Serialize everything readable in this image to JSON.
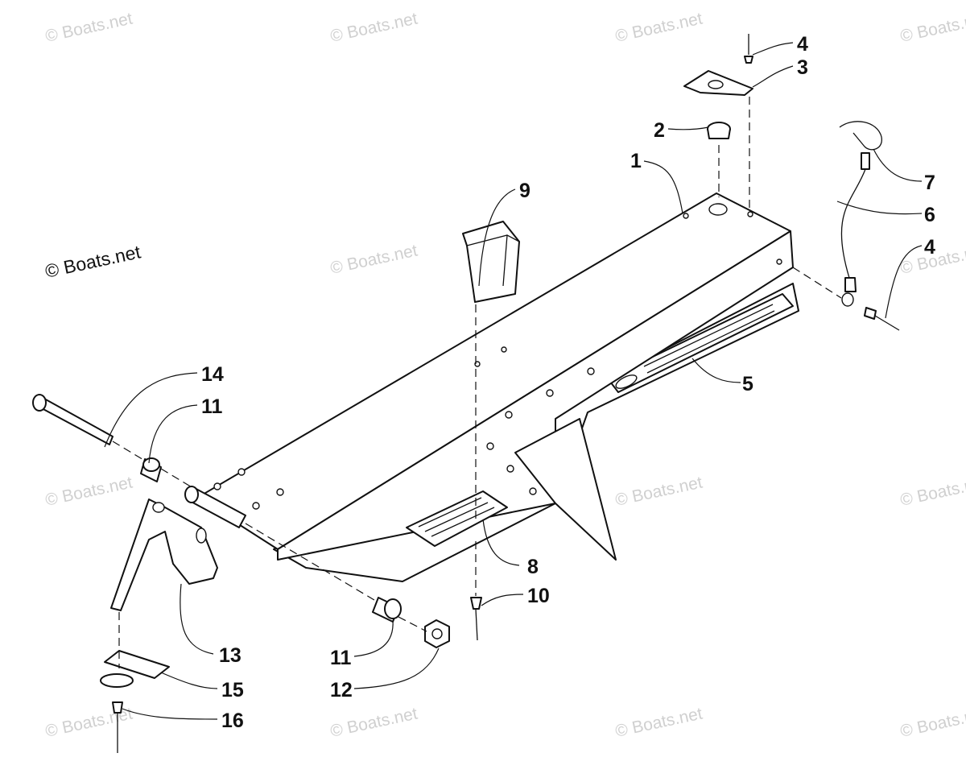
{
  "watermark": {
    "text": "© Boats.net"
  },
  "callouts": [
    "1",
    "2",
    "3",
    "4",
    "4",
    "5",
    "6",
    "7",
    "8",
    "9",
    "10",
    "11",
    "11",
    "12",
    "13",
    "14",
    "15",
    "16"
  ],
  "colors": {
    "ink": "#111111",
    "watermark": "#d0d0d0",
    "background": "#ffffff"
  }
}
